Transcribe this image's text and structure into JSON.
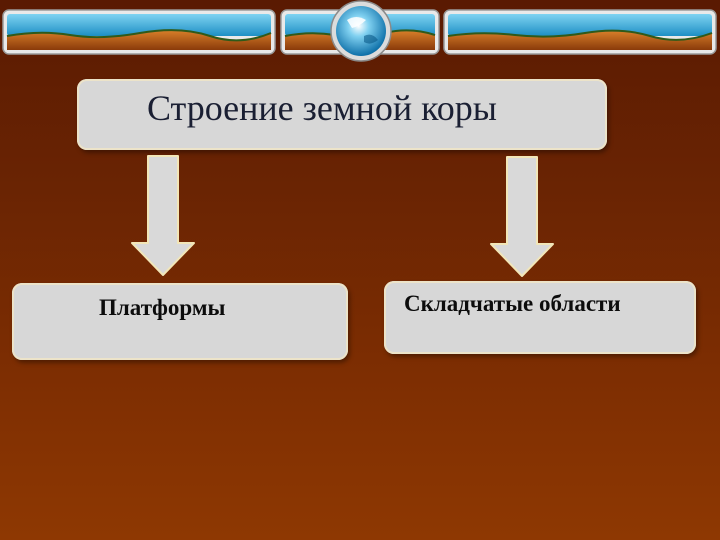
{
  "diagram": {
    "root": {
      "label": "Строение земной коры"
    },
    "children": [
      {
        "label": "Платформы"
      },
      {
        "label": "Складчатые области"
      }
    ]
  },
  "colors": {
    "background_top": "#5a1a02",
    "background_bottom": "#8e3802",
    "box_fill": "#d7d7d7",
    "box_border": "#ece3c9",
    "arrow_fill": "#d9d9d9",
    "arrow_stroke": "#f2e6b8",
    "banner_sky": "#2fa8d8",
    "banner_ground": "#c0641a"
  }
}
